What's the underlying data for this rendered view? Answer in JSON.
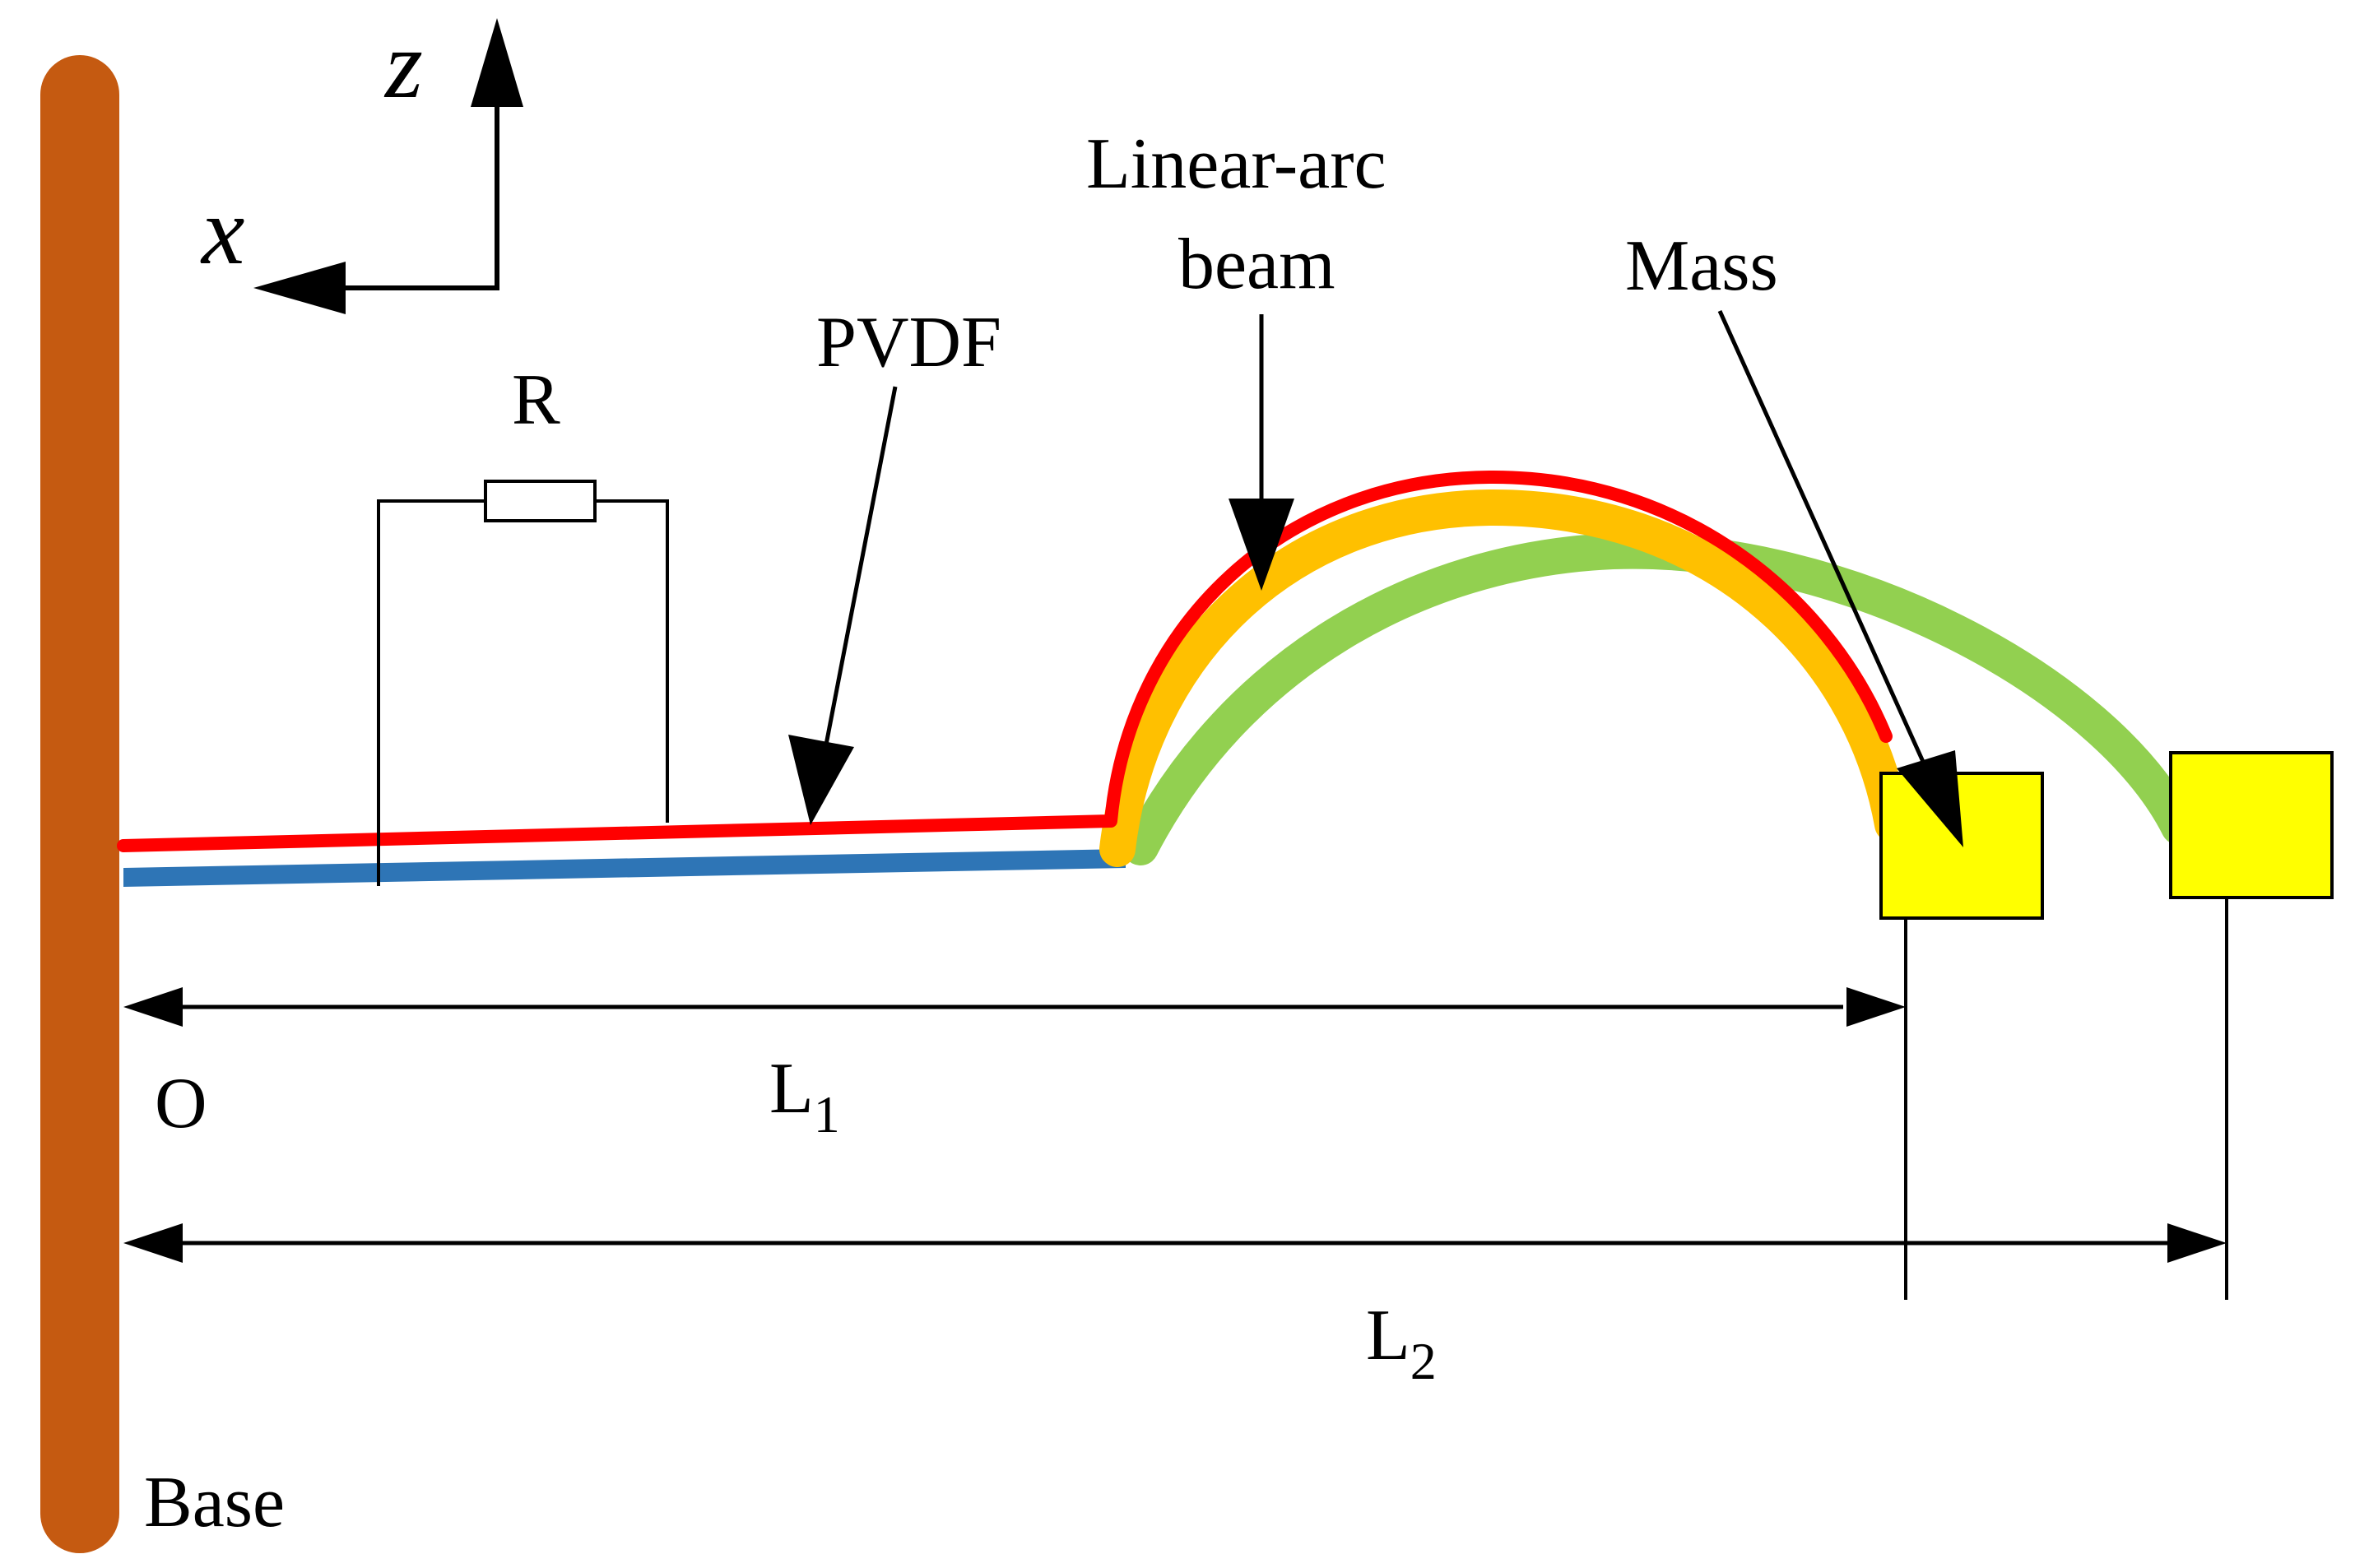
{
  "colors": {
    "base": "#c55a11",
    "pvdf_layer": "#ff0000",
    "substrate": "#2e75b6",
    "arc_beam": "#ffc000",
    "deformed_beam": "#92d050",
    "mass": "#ffff00",
    "line": "#000000"
  },
  "axes": {
    "z_label": "z",
    "x_label": "x"
  },
  "labels": {
    "resistor": "R",
    "pvdf": "PVDF",
    "beam_line1": "Linear-arc",
    "beam_line2": "beam",
    "mass": "Mass",
    "origin": "O",
    "l1_main": "L",
    "l1_sub": "1",
    "l2_main": "L",
    "l2_sub": "2",
    "base": "Base"
  }
}
